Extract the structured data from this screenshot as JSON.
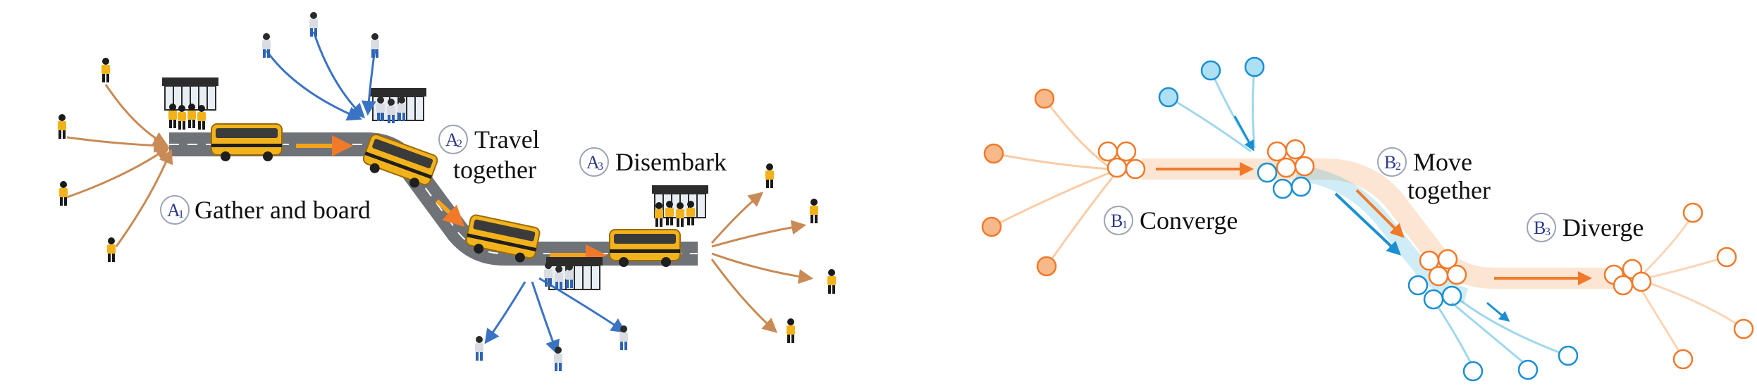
{
  "left_panel": {
    "steps": [
      {
        "id": "A1",
        "letter": "A",
        "sub": "1",
        "text": [
          "Gather and board"
        ]
      },
      {
        "id": "A2",
        "letter": "A",
        "sub": "2",
        "text": [
          "Travel",
          "together"
        ]
      },
      {
        "id": "A3",
        "letter": "A",
        "sub": "3",
        "text": [
          "Disembark"
        ]
      }
    ]
  },
  "right_panel": {
    "steps": [
      {
        "id": "B1",
        "letter": "B",
        "sub": "1",
        "text": [
          "Converge"
        ]
      },
      {
        "id": "B2",
        "letter": "B",
        "sub": "2",
        "text": [
          "Move",
          "together"
        ]
      },
      {
        "id": "B3",
        "letter": "B",
        "sub": "3",
        "text": [
          "Diverge"
        ]
      }
    ]
  },
  "colors": {
    "orange_group": "#f5a25d",
    "blue_group": "#2aa7d6",
    "orange_arrow": "#c98a55",
    "blue_arrow": "#3a73c4",
    "bus_yellow": "#f2b21b",
    "road": "#6f7377",
    "badge_text": "#2b3a8c"
  },
  "icons": [
    "bus-icon",
    "bus-stop-shelter-icon",
    "pedestrian-icon",
    "agent-circle-icon",
    "arrow-icon"
  ]
}
